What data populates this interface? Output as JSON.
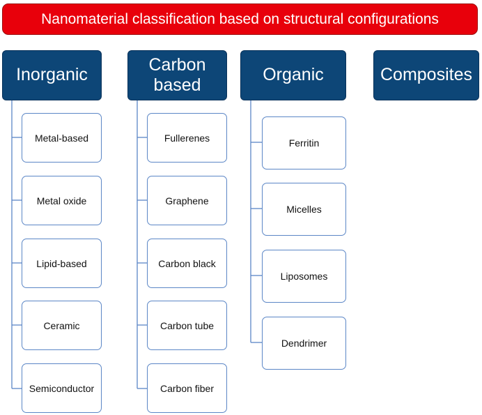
{
  "title": "Nanomaterial classification based on structural configurations",
  "colors": {
    "title_fill": "#e8000b",
    "header_fill": "#0d4677",
    "connector": "#5b86c6"
  },
  "categories": [
    {
      "label": "Inorganic",
      "items": [
        "Metal-based",
        "Metal oxide",
        "Lipid-based",
        "Ceramic",
        "Semiconductor"
      ]
    },
    {
      "label": "Carbon\nbased",
      "items": [
        "Fullerenes",
        "Graphene",
        "Carbon black",
        "Carbon tube",
        "Carbon fiber"
      ]
    },
    {
      "label": "Organic",
      "items": [
        "Ferritin",
        "Micelles",
        "Liposomes",
        "Dendrimer"
      ]
    },
    {
      "label": "Composites",
      "items": []
    }
  ]
}
